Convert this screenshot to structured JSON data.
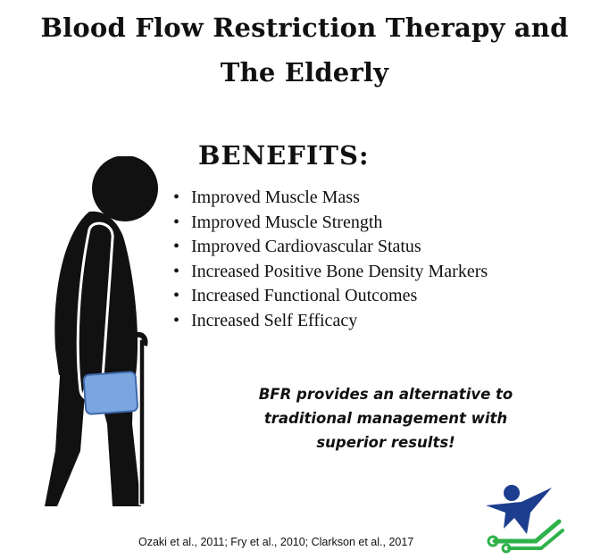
{
  "title": {
    "line1": "Blood Flow Restriction Therapy and",
    "line2": "The Elderly"
  },
  "benefits_heading": "BENEFITS:",
  "benefits": [
    "Improved Muscle Mass",
    "Improved Muscle Strength",
    "Improved Cardiovascular Status",
    "Increased Positive Bone Density Markers",
    "Increased Functional Outcomes",
    "Increased Self Efficacy"
  ],
  "callout": "BFR provides an alternative to traditional management with superior results!",
  "citation": "Ozaki et al., 2011; Fry et al., 2010; Clarkson et al., 2017",
  "icons": {
    "figure": "elderly-person-with-cane-icon",
    "cuff": "bfr-cuff-icon",
    "logo": "logo-icon"
  },
  "colors": {
    "cuff": "#7aa6e0",
    "logo_blue": "#1d3d8f",
    "logo_green": "#2eb24b"
  }
}
